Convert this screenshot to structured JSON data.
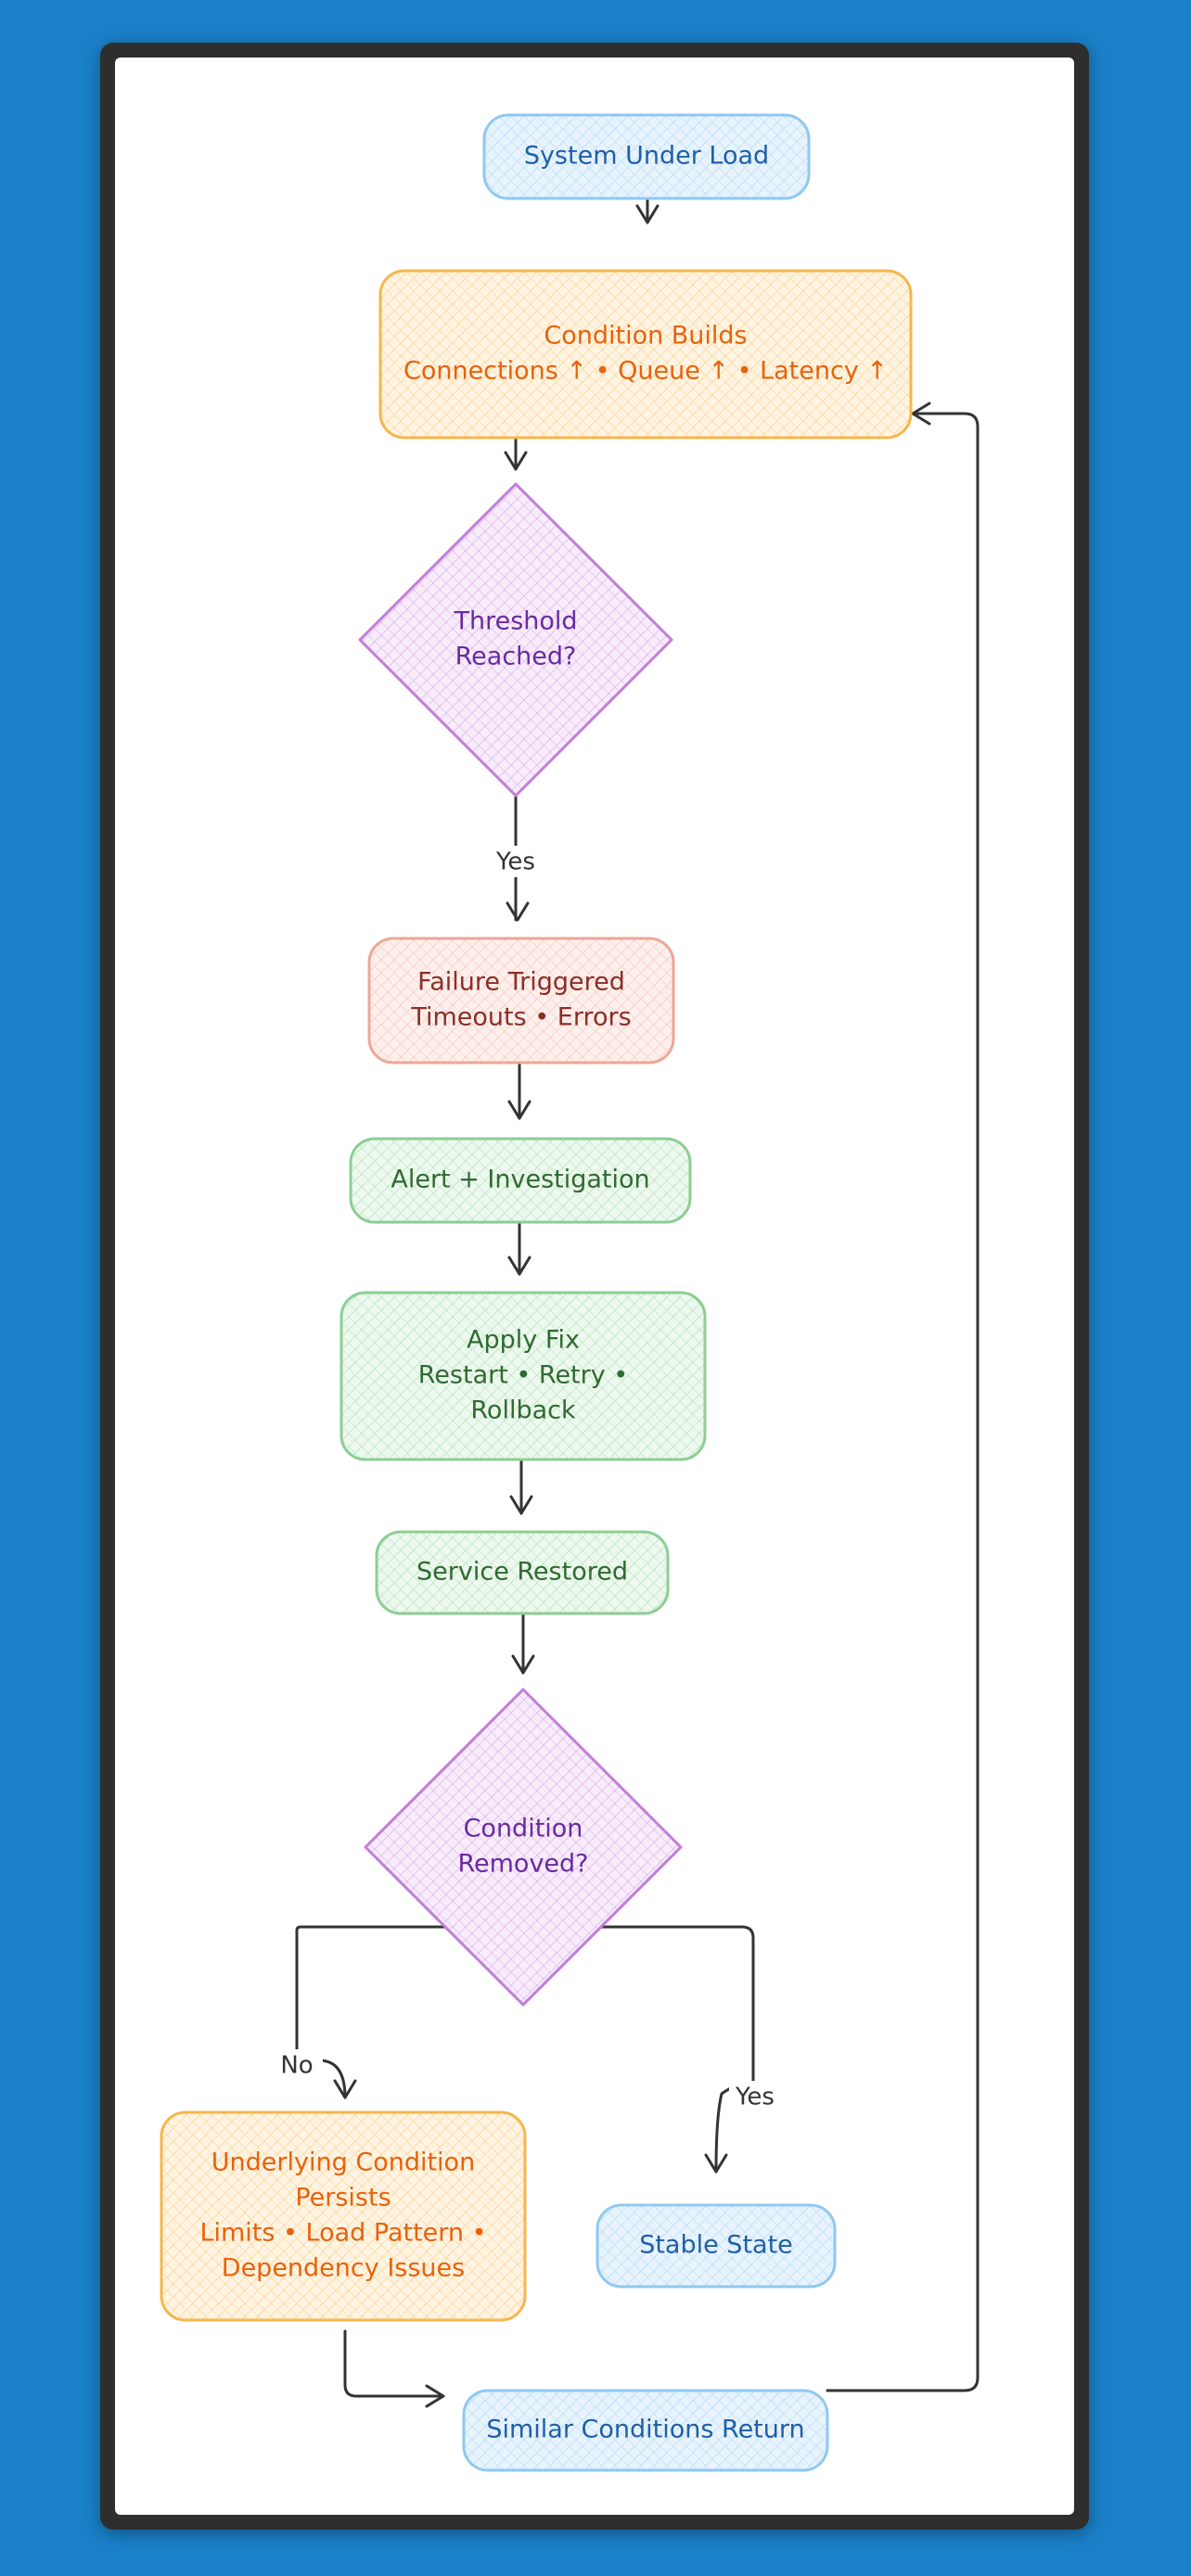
{
  "palette": {
    "blue": {
      "stroke": "#90c8f0",
      "fill": "#e7f3fd",
      "text": "#1f5fa8"
    },
    "orange": {
      "stroke": "#f6b64c",
      "fill": "#fff4e2",
      "text": "#e8620c"
    },
    "purple": {
      "stroke": "#c27ed6",
      "fill": "#f8ecfb",
      "text": "#6a2aa0"
    },
    "red": {
      "stroke": "#eaa898",
      "fill": "#fdefec",
      "text": "#8a2f27"
    },
    "green": {
      "stroke": "#8cce94",
      "fill": "#edf8ee",
      "text": "#2f6a30"
    },
    "edge": "#333333"
  },
  "nodes": [
    {
      "id": "system-under-load",
      "color": "blue",
      "shape": "rect",
      "lines": [
        "System Under Load"
      ]
    },
    {
      "id": "condition-builds",
      "color": "orange",
      "shape": "rect",
      "lines": [
        "Condition Builds",
        "Connections ↑ • Queue ↑ • Latency ↑"
      ]
    },
    {
      "id": "threshold-reached",
      "color": "purple",
      "shape": "diamond",
      "lines": [
        "Threshold",
        "Reached?"
      ]
    },
    {
      "id": "failure-triggered",
      "color": "red",
      "shape": "rect",
      "lines": [
        "Failure Triggered",
        "Timeouts • Errors"
      ]
    },
    {
      "id": "alert-investigation",
      "color": "green",
      "shape": "rect",
      "lines": [
        "Alert + Investigation"
      ]
    },
    {
      "id": "apply-fix",
      "color": "green",
      "shape": "rect",
      "lines": [
        "Apply Fix",
        "Restart • Retry •",
        "Rollback"
      ]
    },
    {
      "id": "service-restored",
      "color": "green",
      "shape": "rect",
      "lines": [
        "Service Restored"
      ]
    },
    {
      "id": "condition-removed",
      "color": "purple",
      "shape": "diamond",
      "lines": [
        "Condition",
        "Removed?"
      ]
    },
    {
      "id": "underlying-condition-persists",
      "color": "orange",
      "shape": "rect",
      "lines": [
        "Underlying Condition",
        "Persists",
        "Limits • Load Pattern •",
        "Dependency Issues"
      ]
    },
    {
      "id": "stable-state",
      "color": "blue",
      "shape": "rect",
      "lines": [
        "Stable State"
      ]
    },
    {
      "id": "similar-conditions-return",
      "color": "blue",
      "shape": "rect",
      "lines": [
        "Similar Conditions Return"
      ]
    }
  ],
  "edges": [
    {
      "from": "system-under-load",
      "to": "condition-builds",
      "label": ""
    },
    {
      "from": "condition-builds",
      "to": "threshold-reached",
      "label": ""
    },
    {
      "from": "threshold-reached",
      "to": "failure-triggered",
      "label": "Yes"
    },
    {
      "from": "failure-triggered",
      "to": "alert-investigation",
      "label": ""
    },
    {
      "from": "alert-investigation",
      "to": "apply-fix",
      "label": ""
    },
    {
      "from": "apply-fix",
      "to": "service-restored",
      "label": ""
    },
    {
      "from": "service-restored",
      "to": "condition-removed",
      "label": ""
    },
    {
      "from": "condition-removed",
      "to": "underlying-condition-persists",
      "label": "No"
    },
    {
      "from": "condition-removed",
      "to": "stable-state",
      "label": "Yes"
    },
    {
      "from": "underlying-condition-persists",
      "to": "similar-conditions-return",
      "label": ""
    },
    {
      "from": "similar-conditions-return",
      "to": "condition-builds",
      "label": ""
    }
  ]
}
